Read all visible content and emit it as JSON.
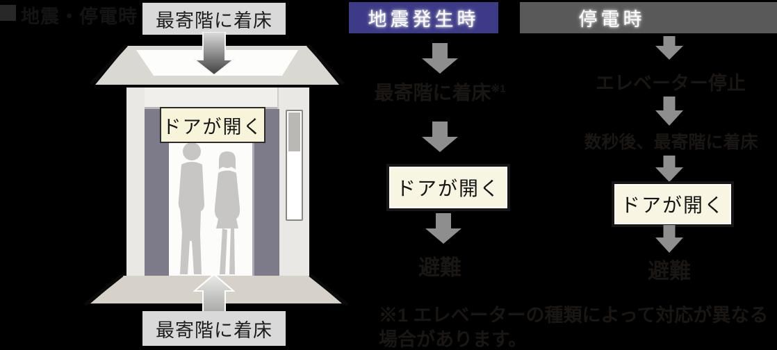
{
  "title": {
    "marker": "■",
    "text": "地震・停電時"
  },
  "elevator": {
    "top_label": "最寄階に着床",
    "door_label": "ドアが開く",
    "bottom_label": "最寄階に着床"
  },
  "flow": {
    "earthquake": {
      "header": "地震発生時",
      "step1": "最寄階に着床",
      "step1_note_ref": "※1",
      "door_step": "ドアが開く",
      "evacuate": "避難"
    },
    "power_outage": {
      "header": "停電時",
      "step1": "エレベーター停止",
      "step2": "数秒後、最寄階に着床",
      "door_step": "ドアが開く",
      "evacuate": "避難"
    }
  },
  "footnote": {
    "line1": "※1 エレベーターの種類によって対応が異なる",
    "line2": "場合があります。"
  },
  "colors": {
    "background": "#000000",
    "earthquake_header_bg": "#3d3a87",
    "power_header_bg": "#595959",
    "flow_arrow_gray": "#8e8e8e",
    "door_box_bg": "#f8f6e3",
    "label_box_bg": "#d9d9d9",
    "elevator_door": "#7d7b8a",
    "floor": "#d6d2c9",
    "silhouette": "#c8c6c4"
  }
}
